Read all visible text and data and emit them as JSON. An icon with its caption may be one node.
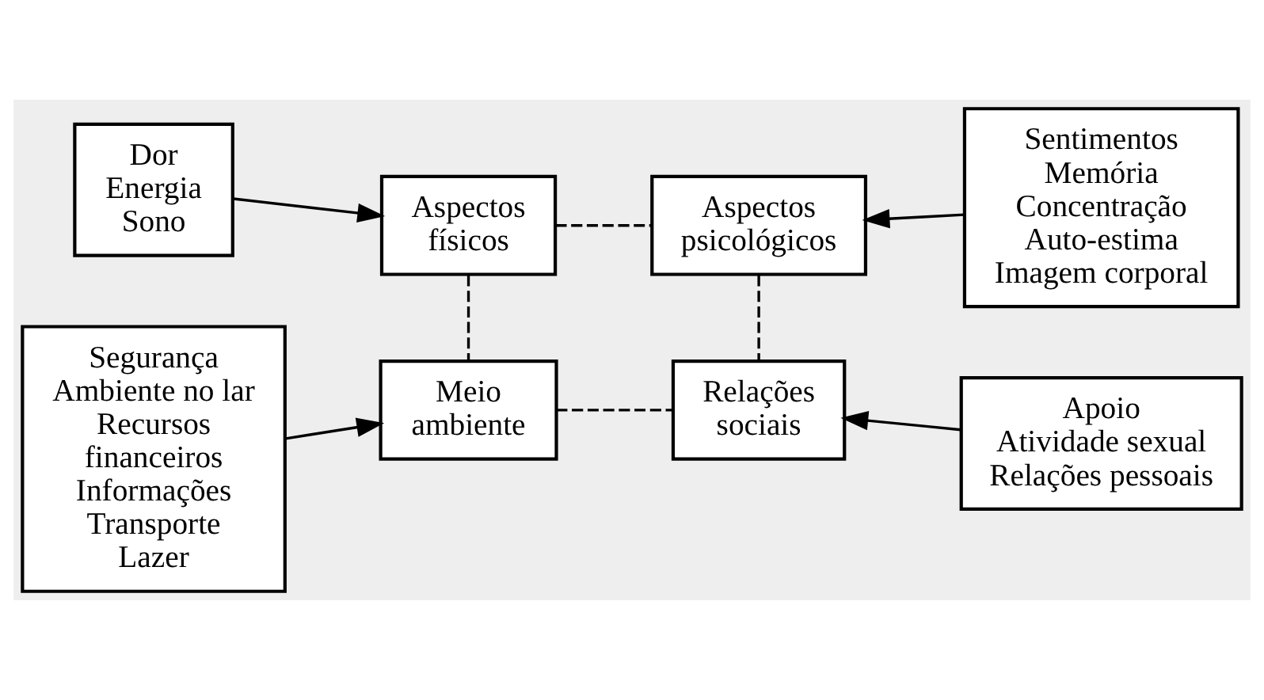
{
  "diagram": {
    "nodes": [
      {
        "text": [
          "Dor",
          "Energia",
          "Sono"
        ]
      },
      {
        "text": [
          "Aspectos físicos"
        ]
      },
      {
        "text": [
          "Aspectos psicológicos"
        ]
      },
      {
        "text": [
          "Sentimentos",
          "Memória",
          "Concentração",
          "Auto-estima",
          "Imagem corporal"
        ]
      },
      {
        "text": [
          "Segurança",
          "Ambiente no lar",
          "Recursos financeiros",
          "Informações",
          "Transporte",
          "Lazer"
        ]
      },
      {
        "text": [
          "Meio ambiente"
        ]
      },
      {
        "text": [
          "Relações sociais"
        ]
      },
      {
        "text": [
          "Apoio",
          "Atividade sexual",
          "Relações pessoais"
        ]
      }
    ],
    "edges": [
      {
        "from": 0,
        "to": 1,
        "arrow": "to"
      },
      {
        "from": 3,
        "to": 2,
        "arrow": "to"
      },
      {
        "from": 1,
        "to": 2,
        "arrow": "none",
        "style": "dashed"
      },
      {
        "from": 1,
        "to": 5,
        "arrow": "none",
        "style": "dashed"
      },
      {
        "from": 2,
        "to": 6,
        "arrow": "none",
        "style": "dashed"
      },
      {
        "from": 5,
        "to": 6,
        "arrow": "none",
        "style": "dashed"
      },
      {
        "from": 4,
        "to": 5,
        "arrow": "to"
      },
      {
        "from": 7,
        "to": 6,
        "arrow": "to"
      }
    ]
  }
}
